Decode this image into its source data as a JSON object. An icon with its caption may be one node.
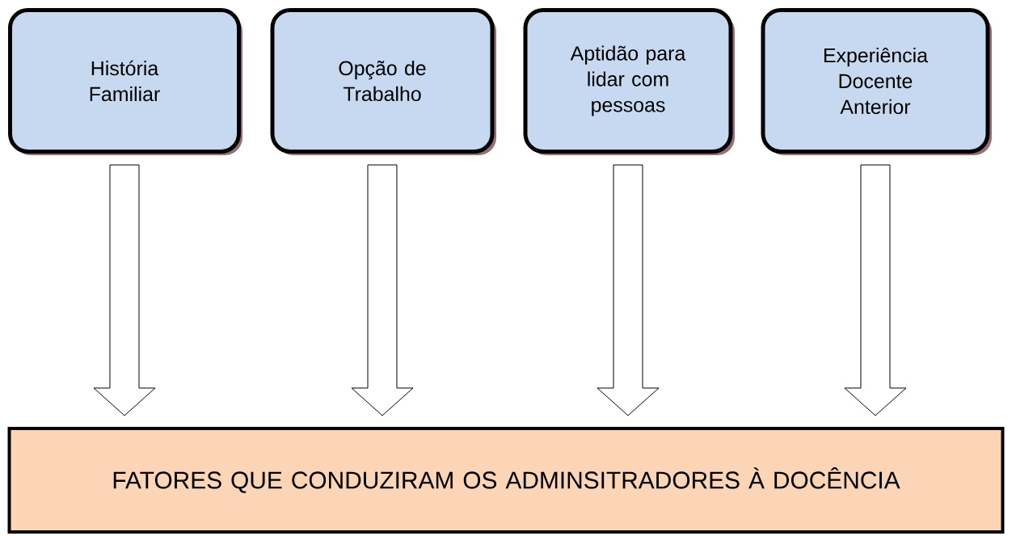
{
  "diagram": {
    "nodes": [
      {
        "text": [
          "História Familiar"
        ]
      },
      {
        "text": [
          "Opção de Trabalho"
        ]
      },
      {
        "text": [
          "Aptidão para lidar com pessoas"
        ]
      },
      {
        "text": [
          "Experiência Docente Anterior"
        ]
      },
      {
        "text": [
          "FATORES QUE CONDUZIRAM OS ADMINSITRADORES À DOCÊNCIA"
        ]
      }
    ],
    "edges": [
      {
        "from": 0,
        "to": 4,
        "arrow": "to"
      },
      {
        "from": 1,
        "to": 4,
        "arrow": "to"
      },
      {
        "from": 2,
        "to": 4,
        "arrow": "to"
      },
      {
        "from": 3,
        "to": 4,
        "arrow": "to"
      }
    ]
  }
}
